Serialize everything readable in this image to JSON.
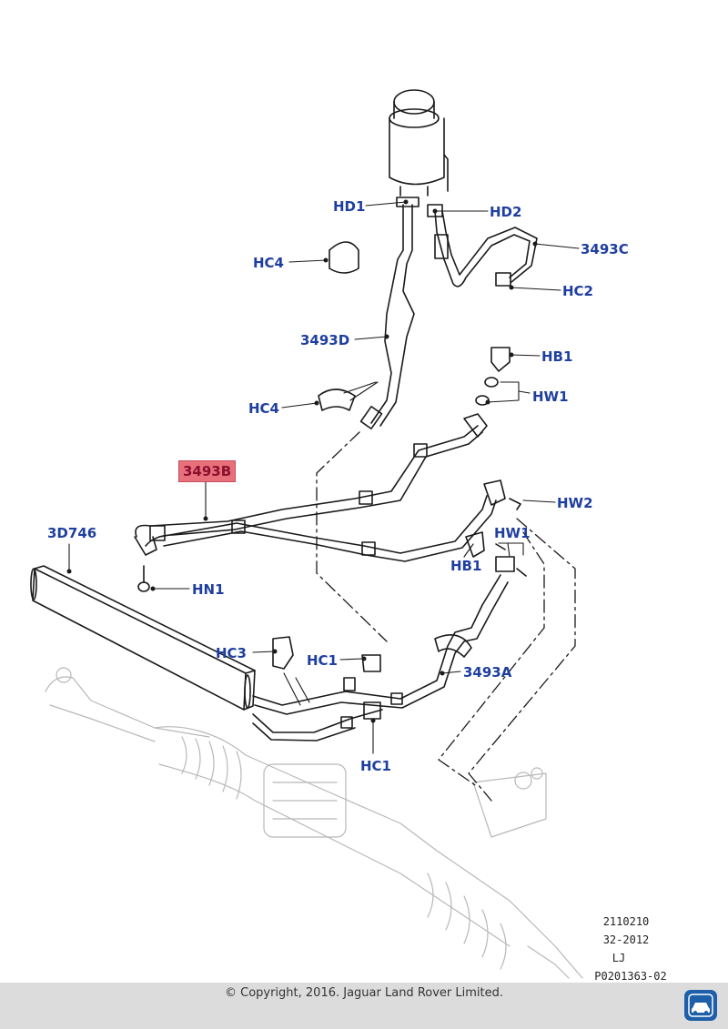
{
  "labels": {
    "hd1": "HD1",
    "hd2": "HD2",
    "hc4_top": "HC4",
    "p3493c": "3493C",
    "hc2": "HC2",
    "p3493d": "3493D",
    "hb1_top": "HB1",
    "hw1_top": "HW1",
    "hc4_mid": "HC4",
    "p3493b": "3493B",
    "hw2": "HW2",
    "p3d746": "3D746",
    "hw1_bottom": "HW1",
    "hb1_bottom": "HB1",
    "hn1": "HN1",
    "hc3": "HC3",
    "hc1_mid": "HC1",
    "p3493a": "3493A",
    "hc1_bottom": "HC1"
  },
  "reference": {
    "line1": "2110210",
    "line2": "32-2012",
    "line3": "LJ",
    "line4": "P0201363-02"
  },
  "footer": {
    "copyright": "© Copyright, 2016. Jaguar Land Rover Limited."
  },
  "colors": {
    "label_text": "#1f3fa0",
    "highlight_bg": "#e8707a",
    "footer_bg": "#dcdcdc",
    "app_icon_bg": "#1d5fa8"
  },
  "icons": {
    "app_icon": "car-app-icon"
  }
}
